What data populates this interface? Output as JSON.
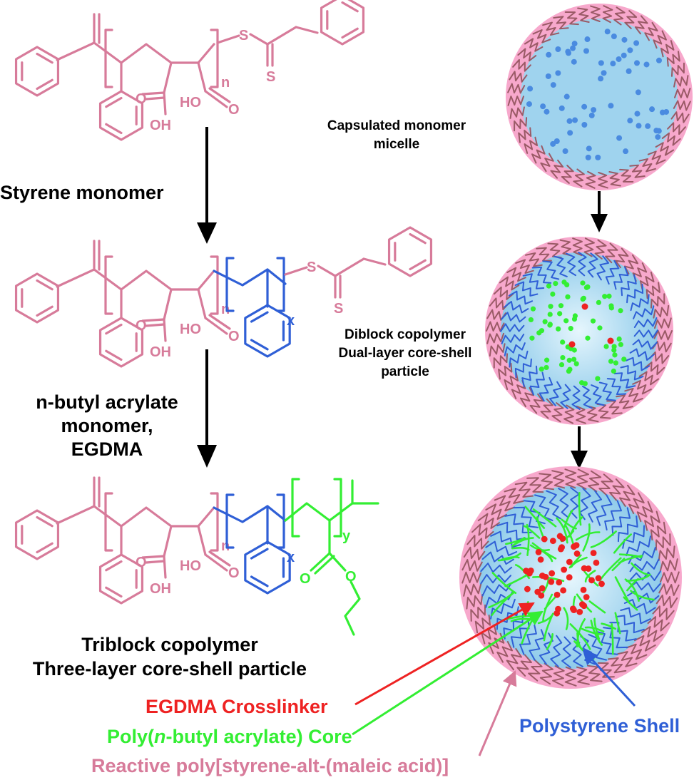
{
  "colors": {
    "pink": "#d77b9a",
    "blue": "#2f5fd6",
    "green": "#33ee33",
    "red": "#ee2222",
    "shell_pink": "#f7a8cc",
    "core_blue": "#9fd3ee",
    "black": "#000000"
  },
  "labels": {
    "styrene_monomer": "Styrene monomer",
    "nba_line1": "n-butyl acrylate",
    "nba_line2": "monomer,",
    "nba_line3": "EGDMA",
    "triblock_line1": "Triblock copolymer",
    "triblock_line2": "Three-layer core-shell particle",
    "capsulated_line1": "Capsulated monomer",
    "capsulated_line2": "micelle",
    "diblock_line1": "Diblock copolymer",
    "diblock_line2": "Dual-layer core-shell",
    "diblock_line3": "particle",
    "egdma_crosslinker": "EGDMA Crosslinker",
    "pnba_core_pre": "Poly(",
    "pnba_core_italic": "n",
    "pnba_core_post": "-butyl acrylate) Core",
    "reactive_poly": "Reactive poly[styrene-alt-(maleic acid)]",
    "polystyrene_shell": "Polystyrene Shell"
  },
  "chem": {
    "S": "S",
    "OH": "OH",
    "HO": "HO",
    "O": "O",
    "n": "n",
    "x": "x",
    "y": "y"
  }
}
